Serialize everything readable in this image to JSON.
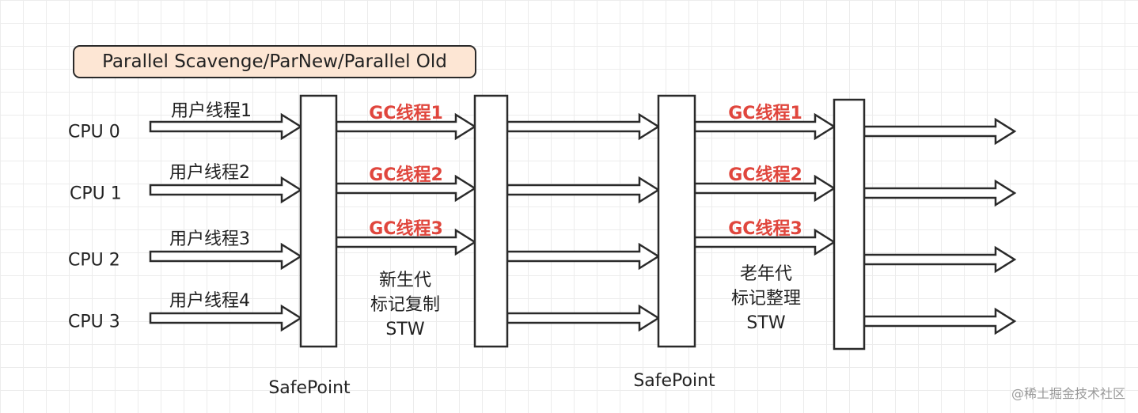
{
  "title": "Parallel Scavenge/ParNew/Parallel Old",
  "cpus": [
    "CPU 0",
    "CPU 1",
    "CPU 2",
    "CPU 3"
  ],
  "user_threads": [
    "用户线程1",
    "用户线程2",
    "用户线程3",
    "用户线程4"
  ],
  "young_gc_threads": [
    "GC线程1",
    "GC线程2",
    "GC线程3"
  ],
  "old_gc_threads": [
    "GC线程1",
    "GC线程2",
    "GC线程3"
  ],
  "young_phase": [
    "新生代",
    "标记复制",
    "STW"
  ],
  "old_phase": [
    "老年代",
    "标记整理",
    "STW"
  ],
  "safepoint_labels": [
    "SafePoint",
    "SafePoint"
  ],
  "watermark": "@稀土掘金技术社区",
  "colors": {
    "gc_text": "#e0463d",
    "title_fill": "#fde6d4",
    "stroke": "#2a2a2a"
  }
}
